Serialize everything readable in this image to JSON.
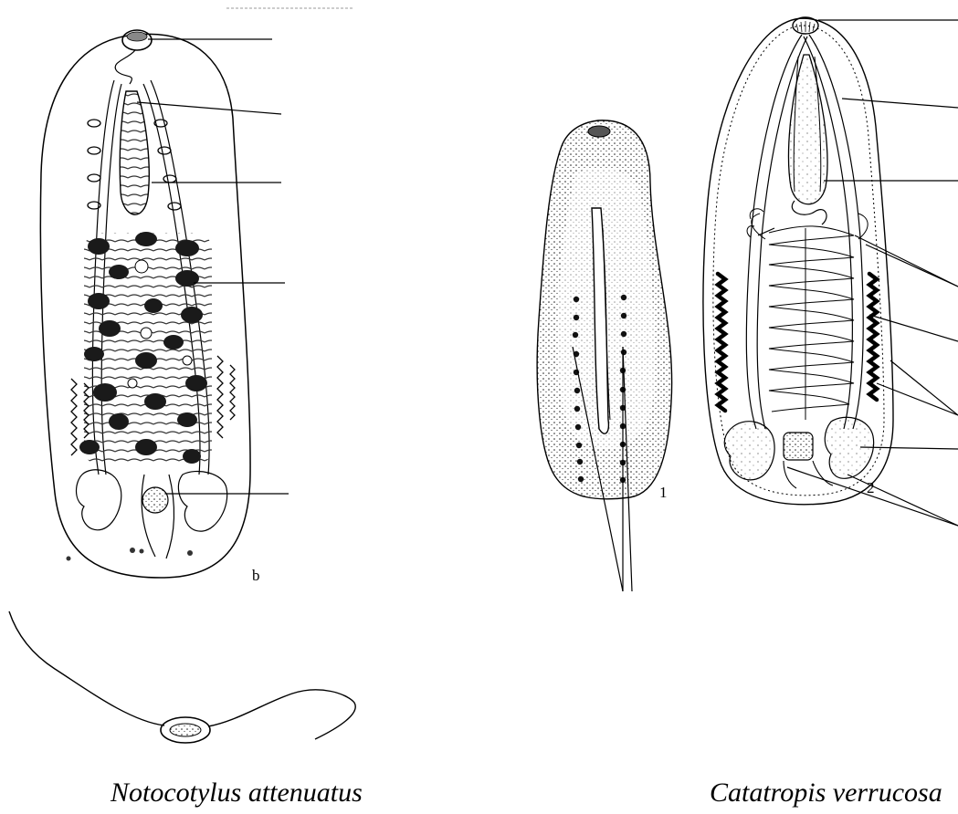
{
  "figure": {
    "left_species": "Notocotylus attenuatus",
    "right_species": "Catatropis verrucosa",
    "left_panel_letter": "b",
    "right_fig_num_1": "1",
    "right_fig_num_2": "2",
    "line_color": "#000000",
    "stipple_color": "#1a1a1a"
  }
}
